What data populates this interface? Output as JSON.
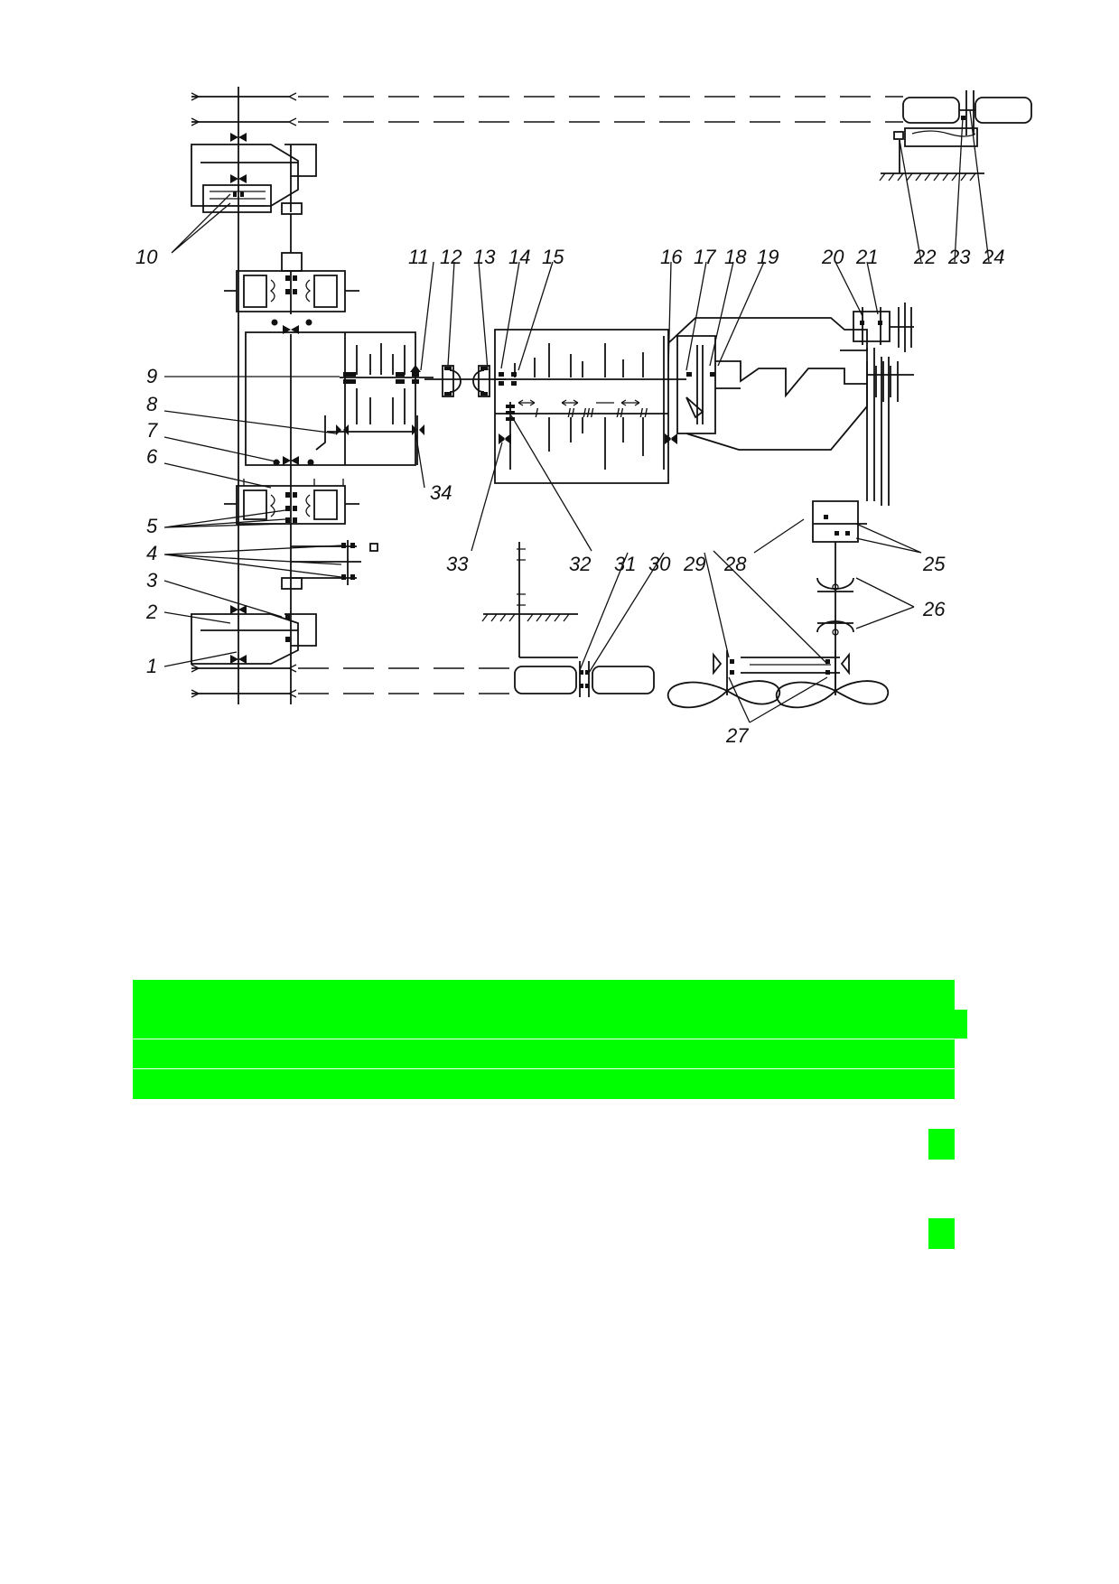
{
  "diagram": {
    "callouts": [
      {
        "id": "1",
        "label": "1"
      },
      {
        "id": "2",
        "label": "2"
      },
      {
        "id": "3",
        "label": "3"
      },
      {
        "id": "4",
        "label": "4"
      },
      {
        "id": "5",
        "label": "5"
      },
      {
        "id": "6",
        "label": "6"
      },
      {
        "id": "7",
        "label": "7"
      },
      {
        "id": "8",
        "label": "8"
      },
      {
        "id": "9",
        "label": "9"
      },
      {
        "id": "10",
        "label": "10"
      },
      {
        "id": "11",
        "label": "11"
      },
      {
        "id": "12",
        "label": "12"
      },
      {
        "id": "13",
        "label": "13"
      },
      {
        "id": "14",
        "label": "14"
      },
      {
        "id": "15",
        "label": "15"
      },
      {
        "id": "16",
        "label": "16"
      },
      {
        "id": "17",
        "label": "17"
      },
      {
        "id": "18",
        "label": "18"
      },
      {
        "id": "19",
        "label": "19"
      },
      {
        "id": "20",
        "label": "20"
      },
      {
        "id": "21",
        "label": "21"
      },
      {
        "id": "22",
        "label": "22"
      },
      {
        "id": "23",
        "label": "23"
      },
      {
        "id": "24",
        "label": "24"
      },
      {
        "id": "25",
        "label": "25"
      },
      {
        "id": "26",
        "label": "26"
      },
      {
        "id": "27",
        "label": "27"
      },
      {
        "id": "28",
        "label": "28"
      },
      {
        "id": "29",
        "label": "29"
      },
      {
        "id": "30",
        "label": "30"
      },
      {
        "id": "31",
        "label": "31"
      },
      {
        "id": "32",
        "label": "32"
      },
      {
        "id": "33",
        "label": "33"
      },
      {
        "id": "34",
        "label": "34"
      }
    ],
    "gear_marks": [
      "I",
      "II",
      "III",
      "I",
      "II",
      "I"
    ]
  },
  "redaction_color": "#00ff00"
}
